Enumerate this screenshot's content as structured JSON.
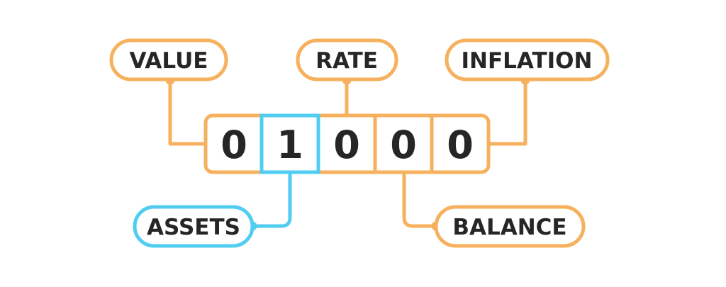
{
  "colors": {
    "orange": "#F7B15E",
    "blue": "#52CDF2",
    "text": "#262626",
    "background": "#FFFFFF"
  },
  "digits": [
    "0",
    "1",
    "0",
    "0",
    "0"
  ],
  "labels": {
    "value": "VALUE",
    "rate": "RATE",
    "inflation": "INFLATION",
    "assets": "ASSETS",
    "balance": "BALANCE"
  }
}
